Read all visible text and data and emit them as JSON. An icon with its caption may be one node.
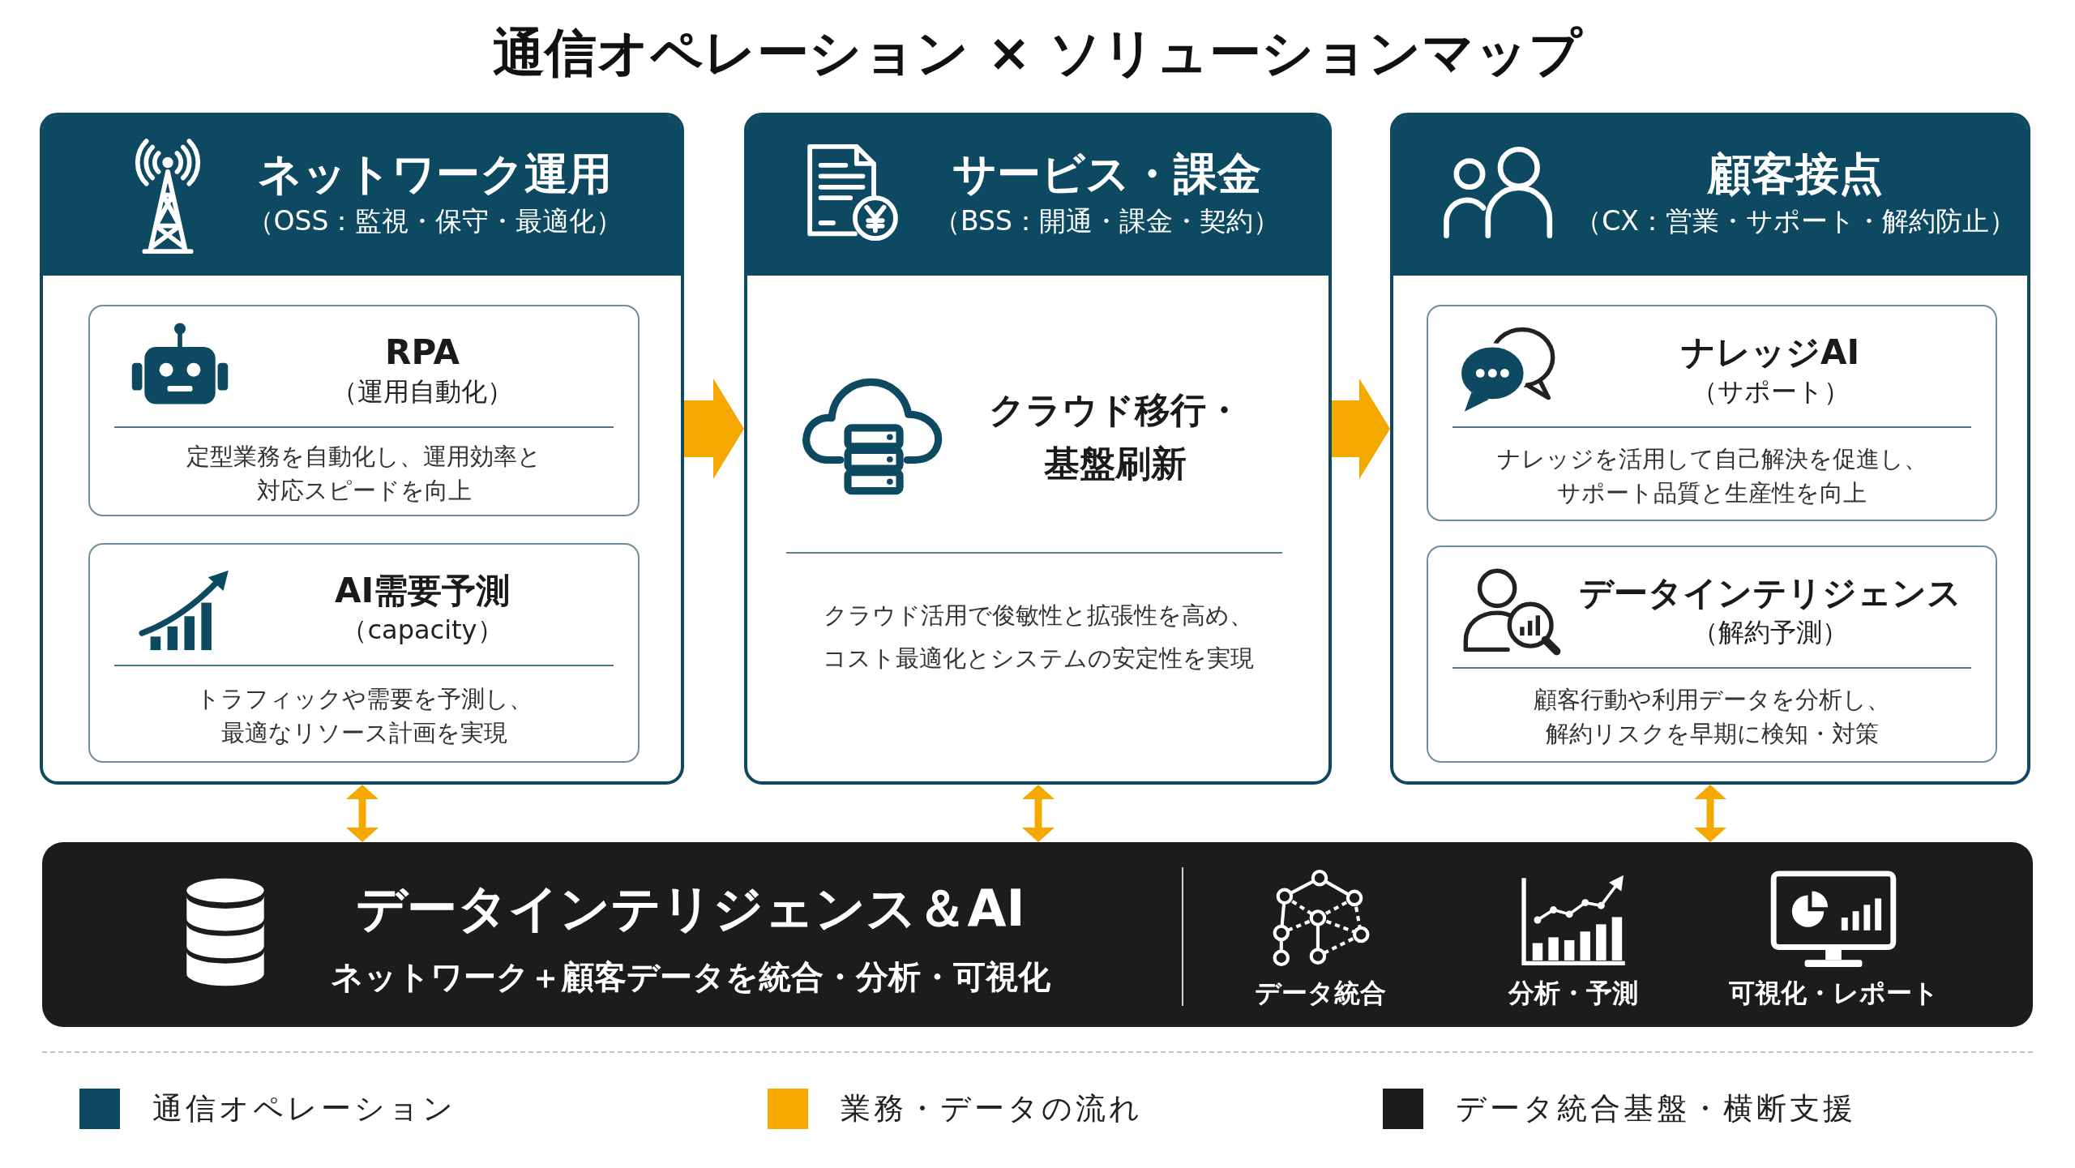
{
  "diagram": {
    "title": "通信オペレーション × ソリューションマップ",
    "nodes": [
      {
        "text": [
          "ネットワーク運用",
          "（OSS：監視・保守・最適化）"
        ]
      },
      {
        "text": [
          "RPA",
          "（運用自動化）",
          "定型業務を自動化し、運用効率と対応スピードを向上"
        ],
        "in": 0
      },
      {
        "text": [
          "AI需要予測",
          "（capacity）",
          "トラフィックや需要を予測し、最適なリソース計画を実現"
        ],
        "in": 0
      },
      {
        "text": [
          "サービス・課金",
          "（BSS：開通・課金・契約）",
          "クラウド移行・基盤刷新",
          "クラウド活用で俊敏性と拡張性を高め、コスト最適化とシステムの安定性を実現"
        ]
      },
      {
        "text": [
          "顧客接点",
          "（CX：営業・サポート・解約防止）"
        ]
      },
      {
        "text": [
          "ナレッジAI",
          "（サポート）",
          "ナレッジを活用して自己解決を促進し、サポート品質と生産性を向上"
        ],
        "in": 4
      },
      {
        "text": [
          "データインテリジェンス",
          "（解約予測）",
          "顧客行動や利用データを分析し、解約リスクを早期に検知・対策"
        ],
        "in": 4
      },
      {
        "text": [
          "データインテリジェンス＆AI",
          "ネットワーク＋顧客データを統合・分析・可視化",
          "データ統合",
          "分析・予測",
          "可視化・レポート"
        ]
      }
    ],
    "edges": [
      {
        "from": 0,
        "to": 3,
        "arrow": "to",
        "style": "thick"
      },
      {
        "from": 3,
        "to": 4,
        "arrow": "to",
        "style": "thick"
      },
      {
        "from": 0,
        "to": 7,
        "arrow": "both"
      },
      {
        "from": 3,
        "to": 7,
        "arrow": "both"
      },
      {
        "from": 4,
        "to": 7,
        "arrow": "both"
      }
    ],
    "legend": [
      {
        "text": "通信オペレーション",
        "color": "#0d4a62"
      },
      {
        "text": "業務・データの流れ",
        "color": "#f5a800"
      },
      {
        "text": "データ統合基盤・横断支援",
        "color": "#1c1c1c"
      }
    ]
  }
}
